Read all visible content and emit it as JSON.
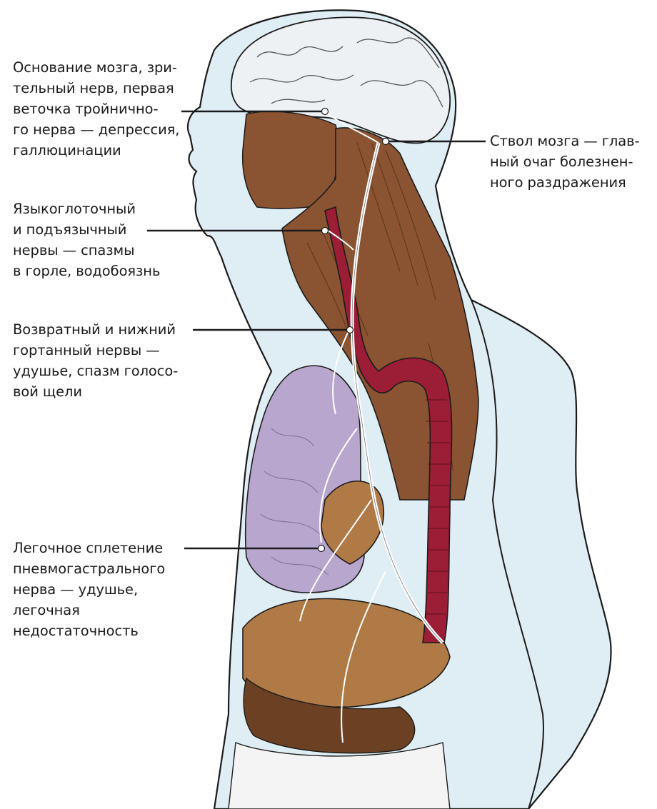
{
  "annotations": [
    {
      "id": "brain-base",
      "text": "Основание мозга, зри-\nтельный нерв, первая\nветочка тройнично-\nго нерва — депрессия,\nгаллюцинации"
    },
    {
      "id": "brain-stem",
      "text": "Ствол мозга — глав-\nный очаг болезнен-\nного раздражения"
    },
    {
      "id": "glossopharyngeal",
      "text": "Языкоглоточный\nи подъязычный\nнервы — спазмы\nв горле, водобоязнь"
    },
    {
      "id": "laryngeal",
      "text": "Возвратный и нижний\nгортанный нервы —\nудушье, спазм голосо-\nвой щели"
    },
    {
      "id": "pulmonary-plexus",
      "text": "Легочное сплетение\nпневмогастрального\nнерва — удушье,\nлегочная\nнедостаточность"
    }
  ],
  "colors": {
    "skin": "#dfeef4",
    "outline": "#1b1b1b",
    "brain": "#eef1f3",
    "muscle": "#8a5331",
    "aorta": "#9b1e36",
    "lung": "#b9a6cf",
    "liver": "#b07a46",
    "nerve": "#ffffff"
  }
}
